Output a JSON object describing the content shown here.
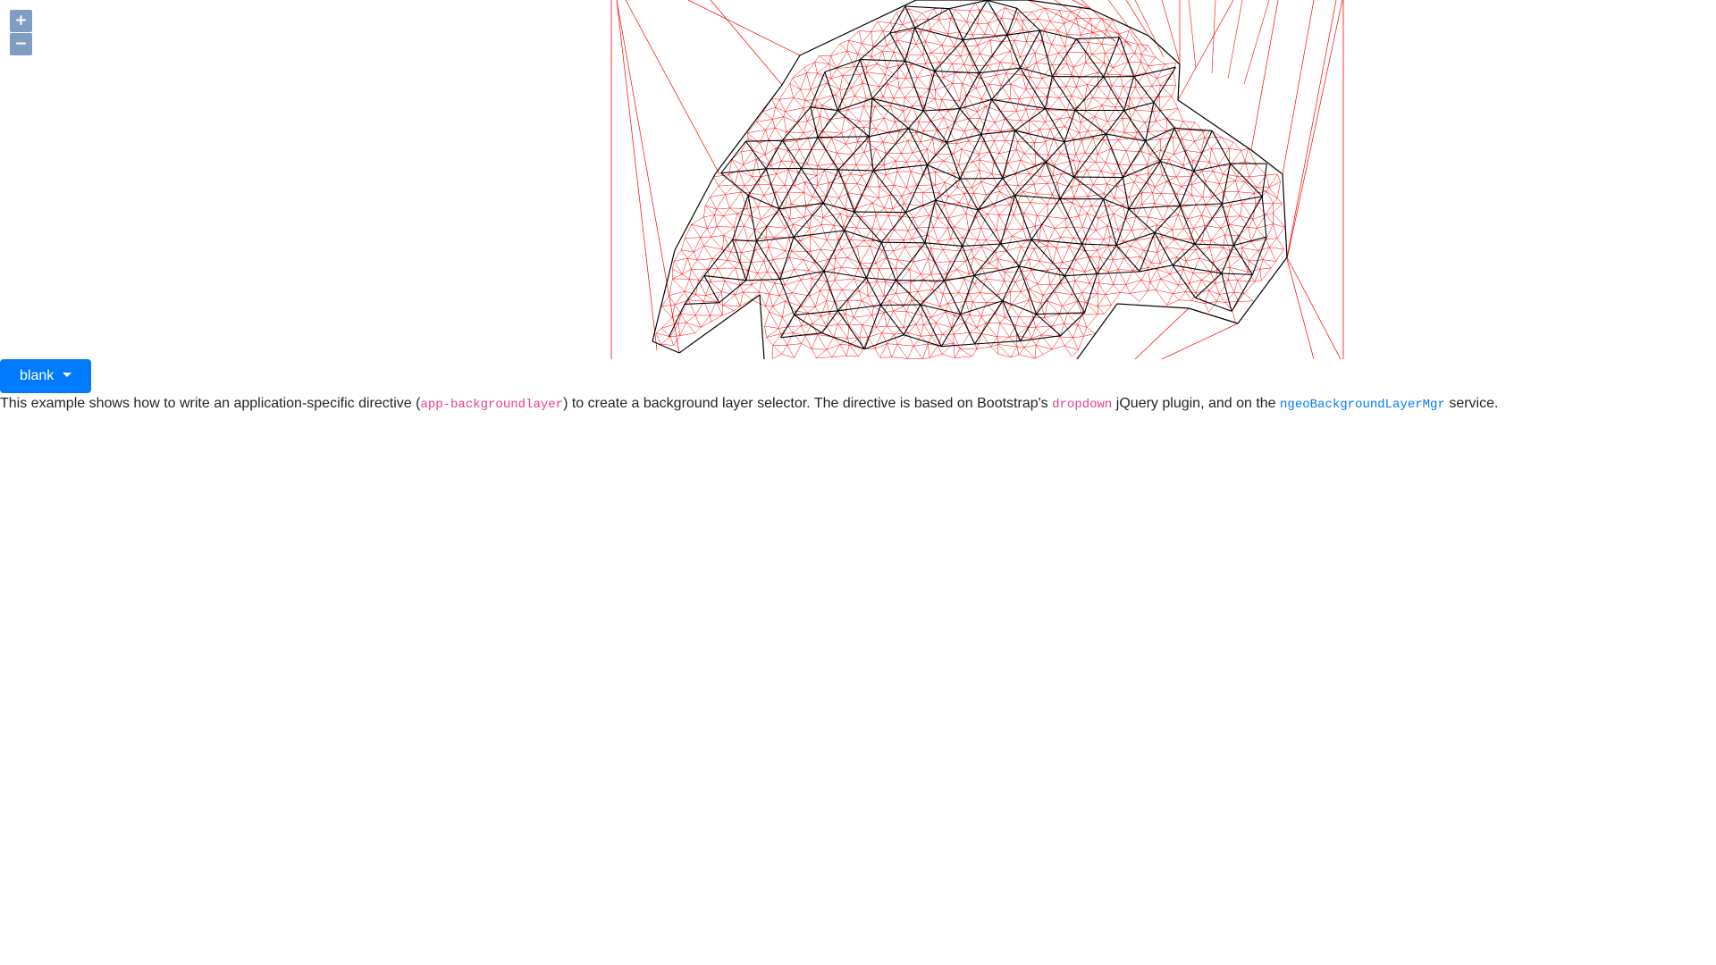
{
  "map": {
    "zoom_in_label": "+",
    "zoom_out_label": "−",
    "layer_colors": {
      "fine_mesh": "#ff0000",
      "coarse_mesh": "#000000"
    }
  },
  "selector": {
    "current_layer": "blank"
  },
  "description": {
    "part1": "This example shows how to write an application-specific directive (",
    "code1": "app-backgroundlayer",
    "part2": ") to create a background layer selector. The directive is based on Bootstrap's ",
    "code2": "dropdown",
    "part3": " jQuery plugin, and on the ",
    "code3": "ngeoBackgroundLayerMgr",
    "part4": " service."
  }
}
